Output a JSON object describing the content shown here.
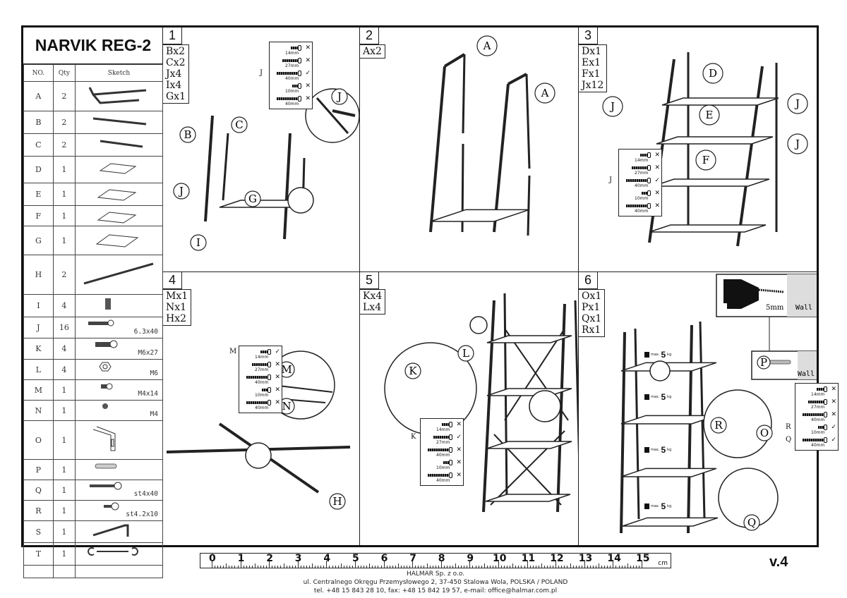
{
  "title": "NARVIK REG-2",
  "table": {
    "headers": [
      "NO.",
      "Qty",
      "Sketch"
    ],
    "parts": [
      {
        "no": "A",
        "qty": "2",
        "spec": ""
      },
      {
        "no": "B",
        "qty": "2",
        "spec": ""
      },
      {
        "no": "C",
        "qty": "2",
        "spec": ""
      },
      {
        "no": "D",
        "qty": "1",
        "spec": ""
      },
      {
        "no": "E",
        "qty": "1",
        "spec": ""
      },
      {
        "no": "F",
        "qty": "1",
        "spec": ""
      },
      {
        "no": "G",
        "qty": "1",
        "spec": ""
      },
      {
        "no": "H",
        "qty": "2",
        "spec": ""
      },
      {
        "no": "I",
        "qty": "4",
        "spec": ""
      },
      {
        "no": "J",
        "qty": "16",
        "spec": "6.3x40"
      },
      {
        "no": "K",
        "qty": "4",
        "spec": "M6x27"
      },
      {
        "no": "L",
        "qty": "4",
        "spec": "M6"
      },
      {
        "no": "M",
        "qty": "1",
        "spec": "M4x14"
      },
      {
        "no": "N",
        "qty": "1",
        "spec": "M4"
      },
      {
        "no": "O",
        "qty": "1",
        "spec": ""
      },
      {
        "no": "P",
        "qty": "1",
        "spec": ""
      },
      {
        "no": "Q",
        "qty": "1",
        "spec": "st4x40"
      },
      {
        "no": "R",
        "qty": "1",
        "spec": "st4.2x10"
      },
      {
        "no": "S",
        "qty": "1",
        "spec": ""
      },
      {
        "no": "T",
        "qty": "1",
        "spec": ""
      }
    ]
  },
  "steps": [
    {
      "number": "1",
      "parts": [
        "Bx2",
        "Cx2",
        "Jx4",
        "Ix4",
        "Gx1"
      ],
      "callouts": [
        "B",
        "C",
        "J",
        "G",
        "I",
        "J"
      ],
      "legend_marker": "J",
      "legend_ok": 2
    },
    {
      "number": "2",
      "parts": [
        "Ax2"
      ],
      "callouts": [
        "A",
        "A"
      ]
    },
    {
      "number": "3",
      "parts": [
        "Dx1",
        "Ex1",
        "Fx1",
        "Jx12"
      ],
      "callouts": [
        "D",
        "E",
        "F",
        "J",
        "J",
        "J"
      ],
      "legend_marker": "J",
      "legend_ok": 2
    },
    {
      "number": "4",
      "parts": [
        "Mx1",
        "Nx1",
        "Hx2"
      ],
      "callouts": [
        "M",
        "N",
        "H"
      ],
      "legend_marker": "M",
      "legend_ok": 0
    },
    {
      "number": "5",
      "parts": [
        "Kx4",
        "Lx4"
      ],
      "callouts": [
        "K",
        "L"
      ],
      "legend_marker": "K",
      "legend_ok": 1
    },
    {
      "number": "6",
      "parts": [
        "Ox1",
        "Px1",
        "Qx1",
        "Rx1"
      ],
      "callouts": [
        "R",
        "O",
        "Q",
        "P"
      ],
      "legend_marker": "R",
      "legend_marker2": "Q",
      "legend_ok": 3,
      "legend_ok2": 4
    }
  ],
  "screw_sizes": [
    "14mm",
    "27mm",
    "40mm",
    "10mm",
    "40mm"
  ],
  "marks": {
    "ok": "✓",
    "no": "✕"
  },
  "weight": {
    "max": "max.",
    "value": "5",
    "unit": "kg"
  },
  "wall": {
    "drill": "5mm",
    "label": "Wall",
    "label2": "Wall"
  },
  "ruler": {
    "numbers": [
      "0",
      "1",
      "2",
      "3",
      "4",
      "5",
      "6",
      "7",
      "8",
      "9",
      "10",
      "11",
      "12",
      "13",
      "14",
      "15"
    ],
    "unit": "cm"
  },
  "footer": {
    "company": "HALMAR Sp. z o.o.",
    "address": "ul. Centralnego Okręgu Przemysłowego 2, 37-450 Stalowa Wola, POLSKA / POLAND",
    "contact": "tel. +48 15 843 28 10, fax: +48 15 842 19 57, e-mail: office@halmar.com.pl"
  },
  "version": "v.4"
}
